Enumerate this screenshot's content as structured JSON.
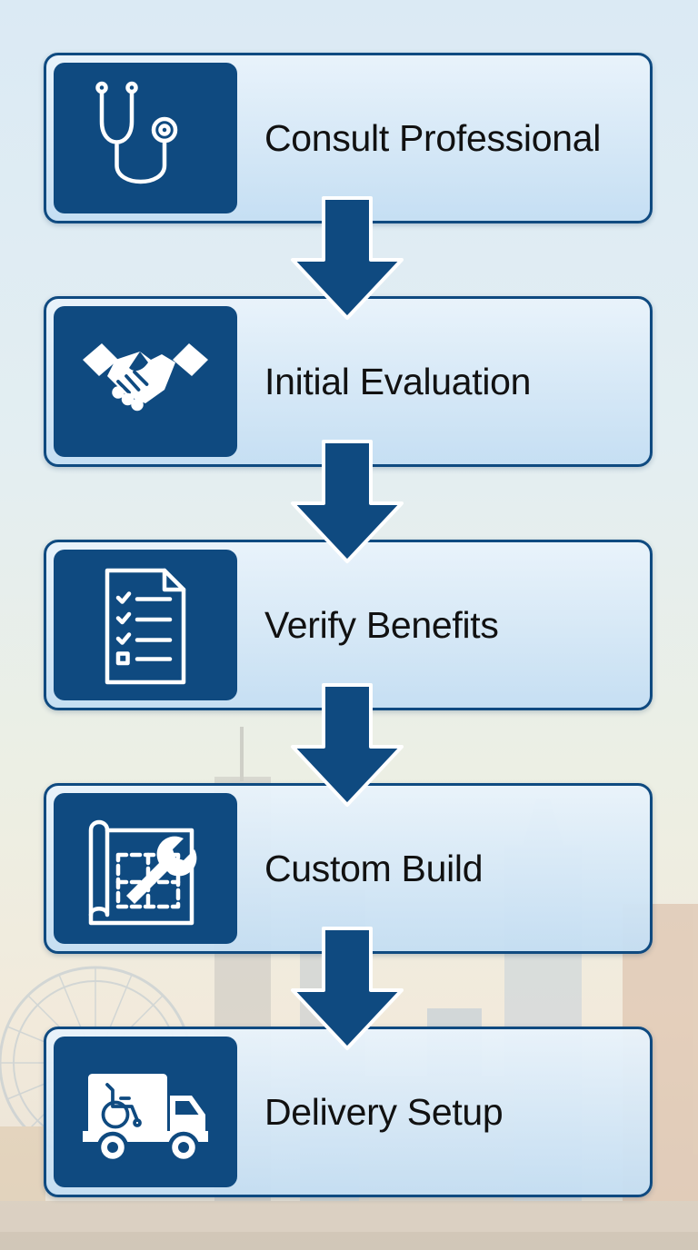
{
  "colors": {
    "primary": "#0f4a80",
    "card_top": "#e9f3fb",
    "card_bottom": "#c4def3",
    "text": "#111111"
  },
  "steps": [
    {
      "label": "Consult Professional",
      "icon": "stethoscope-icon"
    },
    {
      "label": "Initial Evaluation",
      "icon": "handshake-icon"
    },
    {
      "label": "Verify Benefits",
      "icon": "checklist-icon"
    },
    {
      "label": "Custom Build",
      "icon": "blueprint-wrench-icon"
    },
    {
      "label": "Delivery Setup",
      "icon": "wheelchair-delivery-truck-icon"
    }
  ]
}
